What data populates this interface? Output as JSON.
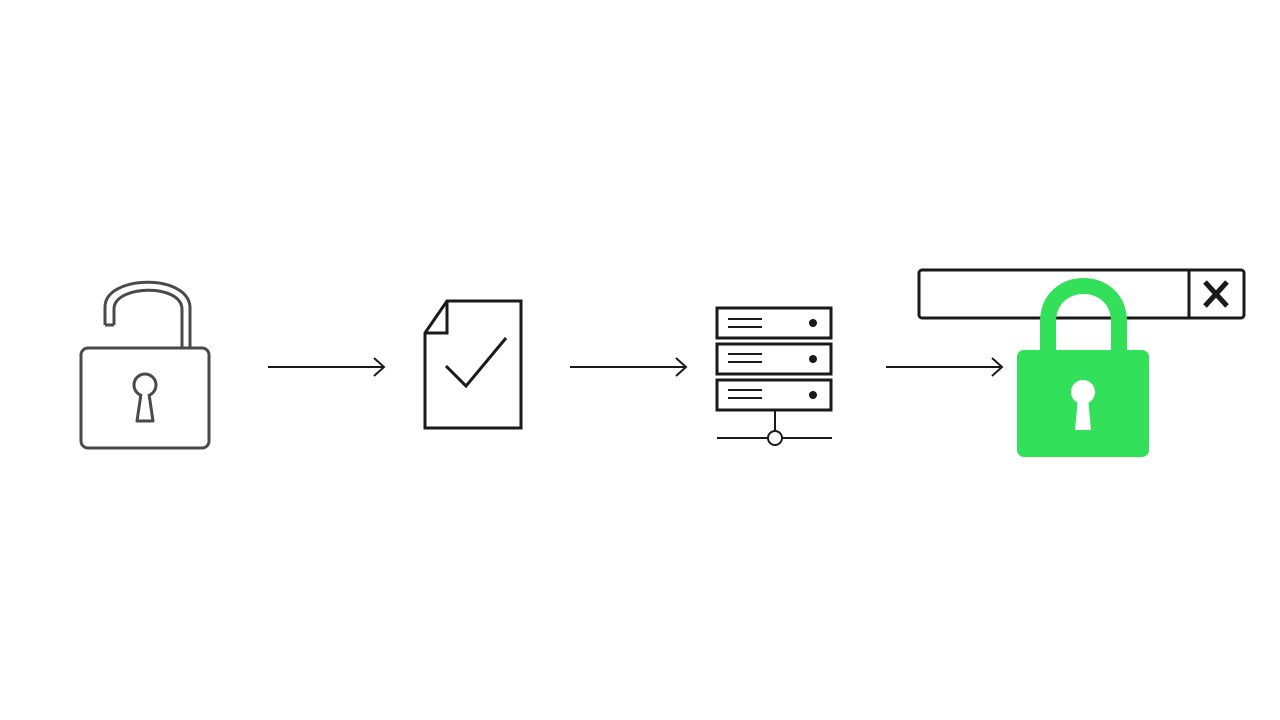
{
  "diagram": {
    "nodes": [
      {
        "id": "unlocked-padlock",
        "icon": "unlocked-padlock-icon",
        "color": "#4a4a4a"
      },
      {
        "id": "verified-document",
        "icon": "document-check-icon",
        "color": "#1a1a1a"
      },
      {
        "id": "server",
        "icon": "server-rack-icon",
        "color": "#1a1a1a"
      },
      {
        "id": "secured-padlock",
        "icon": "locked-padlock-icon",
        "color": "#33e05a",
        "overlay_icon": "address-bar-close-icon"
      }
    ],
    "edges": [
      {
        "from": "unlocked-padlock",
        "to": "verified-document",
        "icon": "arrow-right-icon"
      },
      {
        "from": "verified-document",
        "to": "server",
        "icon": "arrow-right-icon"
      },
      {
        "from": "server",
        "to": "secured-padlock",
        "icon": "arrow-right-icon"
      }
    ],
    "colors": {
      "background": "#ffffff",
      "stroke": "#1a1a1a",
      "accent_green": "#33e05a"
    }
  }
}
